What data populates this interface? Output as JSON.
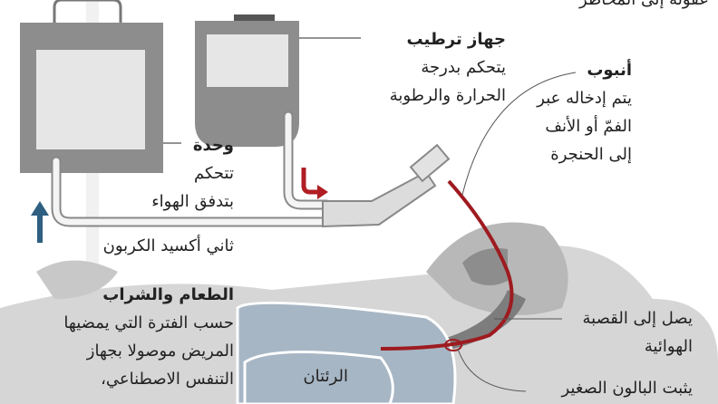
{
  "top_cut_text": "عفونة إلى المخاطر",
  "humidifier": {
    "title": "جهاز ترطيب",
    "lines": [
      "يتحكم بدرجة",
      "الحرارة والرطوبة"
    ]
  },
  "tube": {
    "title": "أنبوب",
    "lines": [
      "يتم إدخاله عبر",
      "الفمّ أو الأنف",
      "إلى الحنجرة"
    ]
  },
  "control_unit": {
    "title": "وحدة",
    "lines": [
      "تتحكم",
      "بتدفق الهواء"
    ]
  },
  "co2": {
    "label": "ثاني أكسيد الكربون"
  },
  "food": {
    "title": "الطعام والشراب",
    "lines": [
      "حسب الفترة التي يمضيها",
      "المريض موصولا بجهاز",
      "التنفس الاصطناعي،"
    ]
  },
  "lungs": {
    "label": "الرئتان"
  },
  "trachea": {
    "lines": [
      "يصل إلى القصبة",
      "الهوائية"
    ]
  },
  "balloon": {
    "label": "يثبت البالون الصغير"
  },
  "colors": {
    "device": "#8c8c8c",
    "screen": "#e6e6e6",
    "arrow_red": "#b01e23",
    "arrow_blue": "#2e5f80",
    "lungs": "#a7b6c4",
    "tube_red": "#9e1b20"
  }
}
